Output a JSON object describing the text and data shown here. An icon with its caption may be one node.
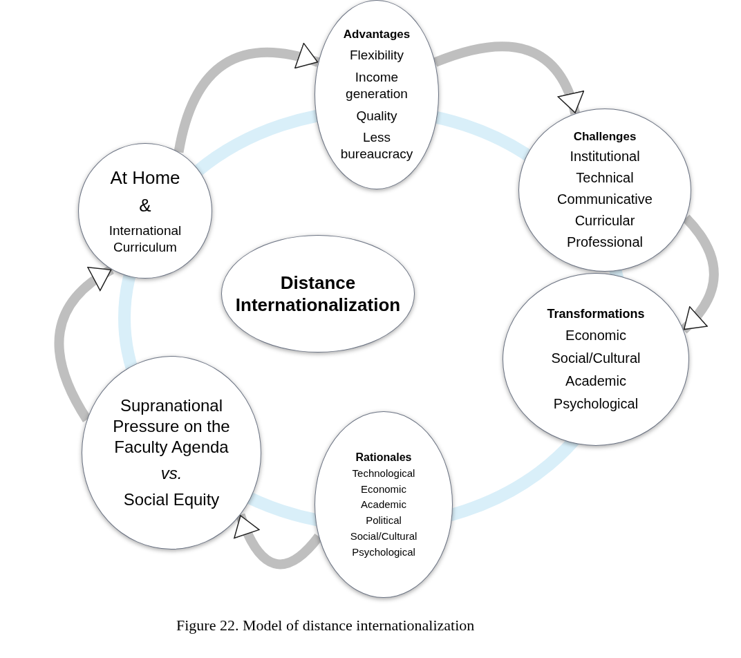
{
  "diagram": {
    "caption": "Figure 22. Model of distance internationalization",
    "nodes": [
      {
        "text": [
          "Advantages",
          "Flexibility",
          "Income generation",
          "Quality",
          "Less bureaucracy"
        ]
      },
      {
        "text": [
          "Challenges",
          "Institutional",
          "Technical",
          "Communicative",
          "Curricular",
          "Professional"
        ]
      },
      {
        "text": [
          "Distance Internationalization"
        ]
      },
      {
        "text": [
          "Transformations",
          "Economic",
          "Social/Cultural",
          "Academic",
          "Psychological"
        ]
      },
      {
        "text": [
          "Rationales",
          "Technological",
          "Economic",
          "Academic",
          "Political",
          "Social/Cultural",
          "Psychological"
        ]
      },
      {
        "text": [
          "At Home",
          "&",
          "International Curriculum"
        ]
      },
      {
        "text": [
          "Supranational Pressure on the Faculty Agenda",
          "vs.",
          "Social Equity"
        ]
      }
    ],
    "edges": [
      {
        "from": 5,
        "to": 0,
        "arrow": "to"
      },
      {
        "from": 0,
        "to": 1,
        "arrow": "to"
      },
      {
        "from": 1,
        "to": 3,
        "arrow": "to"
      },
      {
        "from": 4,
        "to": 6,
        "arrow": "to"
      },
      {
        "from": 6,
        "to": 5,
        "arrow": "to"
      }
    ]
  }
}
